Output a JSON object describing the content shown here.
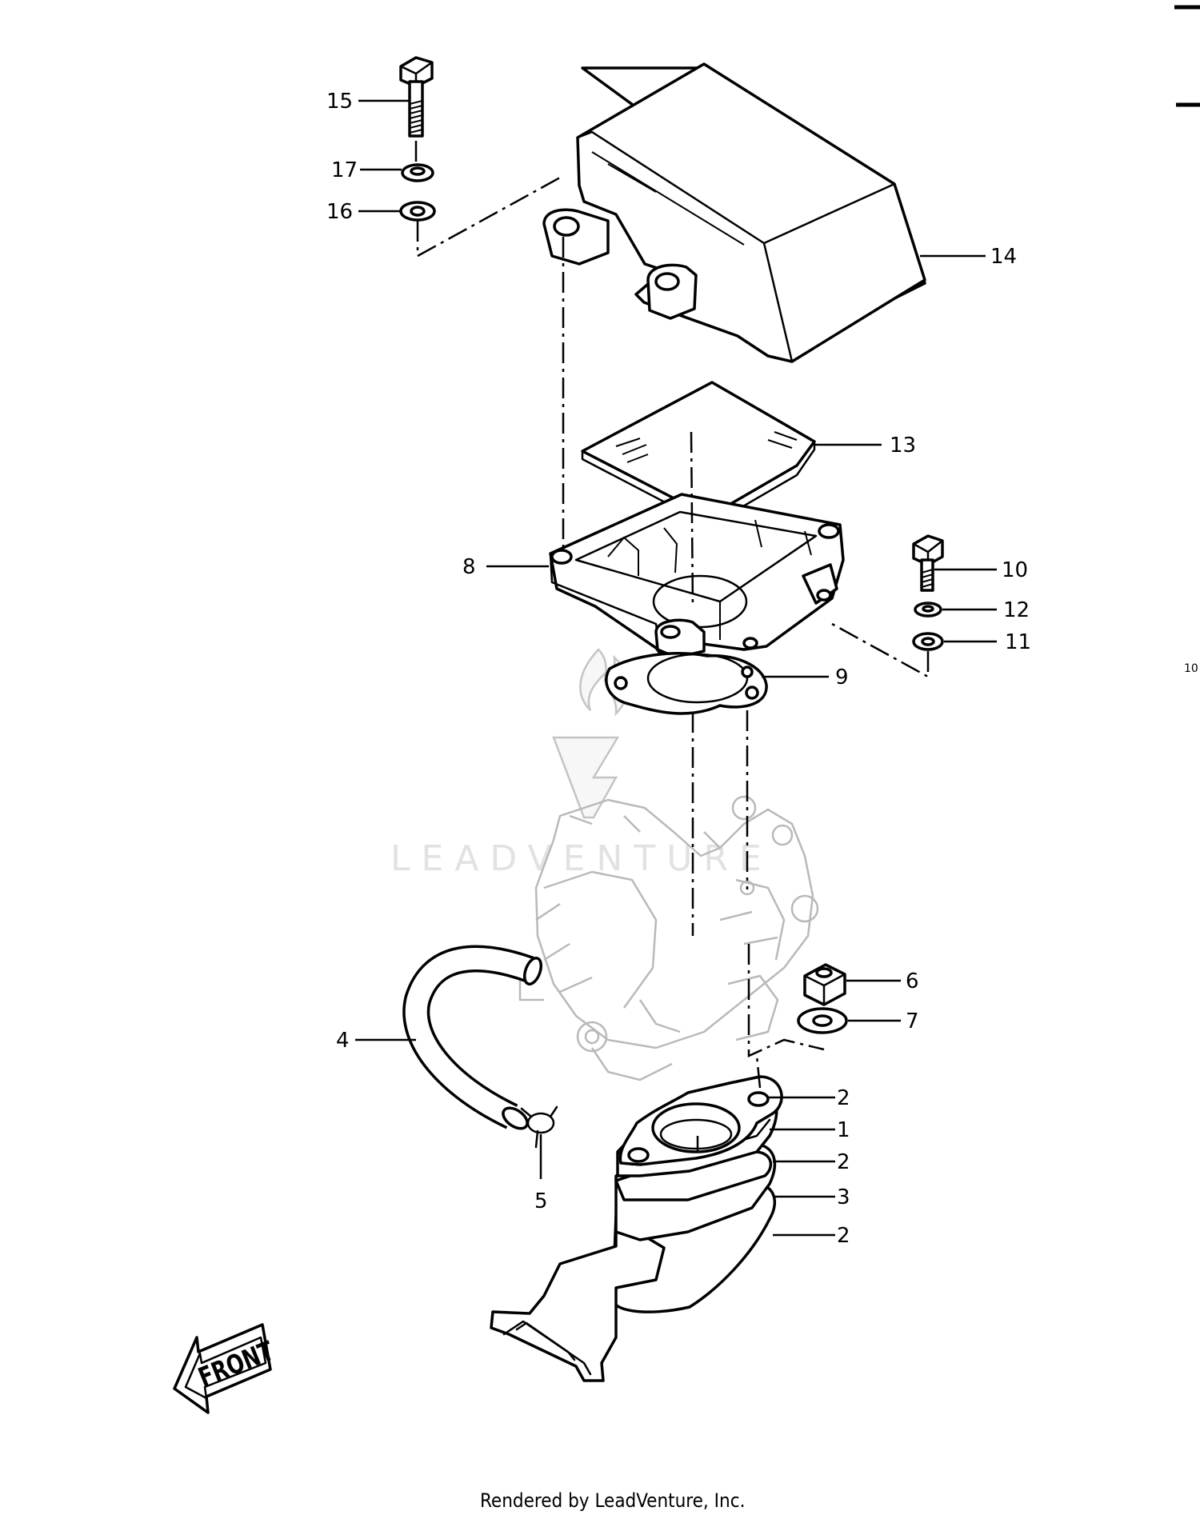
{
  "labels": {
    "p1": "1",
    "p2a": "2",
    "p2b": "2",
    "p2c": "2",
    "p3": "3",
    "p4": "4",
    "p5": "5",
    "p6": "6",
    "p7": "7",
    "p8": "8",
    "p9": "9",
    "p10": "10",
    "p11": "11",
    "p12": "12",
    "p13": "13",
    "p14": "14",
    "p15": "15",
    "p16": "16",
    "p17": "17"
  },
  "front_arrow": "FRONT",
  "watermark": "LEADVENTURE",
  "edge_label": "10",
  "footer": "Rendered by LeadVenture, Inc."
}
